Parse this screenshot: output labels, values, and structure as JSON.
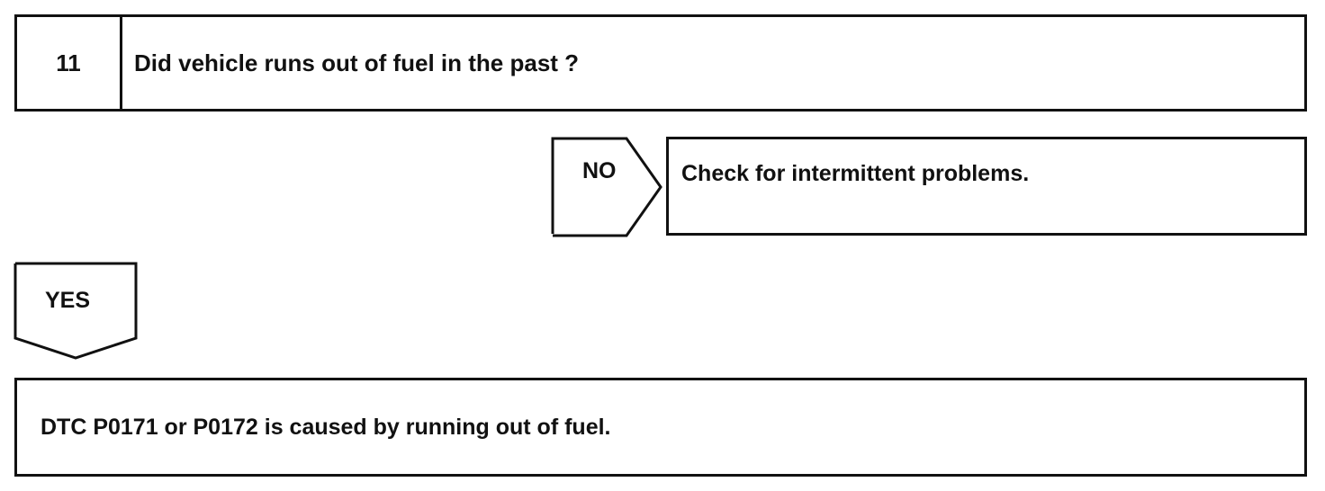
{
  "step": {
    "number": "11",
    "question": "Did vehicle runs out of fuel in the past ?"
  },
  "no_branch": {
    "label": "NO",
    "result": "Check for intermittent problems."
  },
  "yes_branch": {
    "label": "YES"
  },
  "final": {
    "text": "DTC P0171 or P0172 is caused by running out of fuel."
  }
}
